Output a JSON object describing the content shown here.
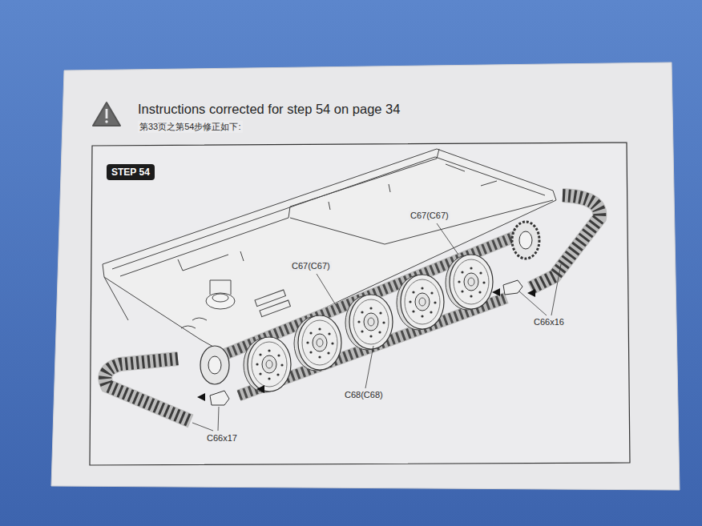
{
  "diagram": {
    "title": "Instructions corrected for step 54 on page 34",
    "nodes": [
      {
        "text": [
          "STEP 54"
        ]
      }
    ],
    "labels": [
      "第33页之第54步修正如下:",
      "C67(C67)",
      "C67(C67)",
      "C66x16",
      "C68(C68)",
      "C66x17"
    ]
  }
}
